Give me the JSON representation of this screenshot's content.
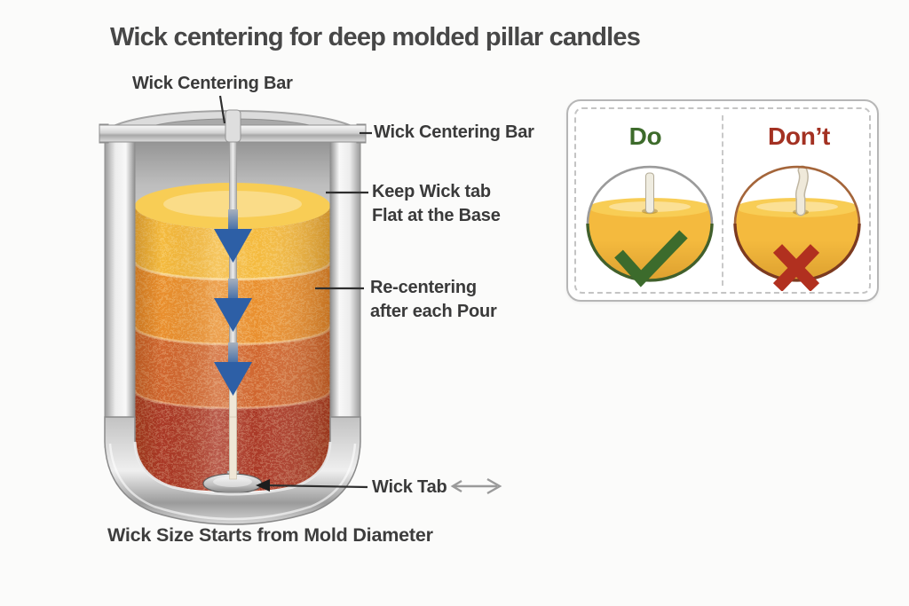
{
  "title": "Wick centering for deep molded pillar candles",
  "mold": {
    "label_top_bar": "Wick Centering Bar",
    "label_bar_right": "Wick Centering Bar",
    "label_keep_tab_line1": "Keep Wick tab",
    "label_keep_tab_line2": "Flat at the Base",
    "label_recenter_line1": "Re-centering",
    "label_recenter_line2": "after each Pour",
    "label_wick_tab": "Wick Tab",
    "caption": "Wick Size Starts from Mold Diameter",
    "surface_color": "#f8cd55",
    "layers": [
      {
        "name": "first-pour-top",
        "color": "#f4ba3e"
      },
      {
        "name": "second-pour",
        "color": "#e98f2e"
      },
      {
        "name": "third-pour",
        "color": "#d0662f"
      },
      {
        "name": "fourth-pour-bottom",
        "color": "#aa3927"
      }
    ],
    "arrow_color": "#2d5fa6",
    "metal_color": "#c9c9c9"
  },
  "panel": {
    "do": {
      "label": "Do",
      "color": "#3d6b2b",
      "icon": "check-icon",
      "icon_color": "#3c6b2c"
    },
    "dont": {
      "label": "Don’t",
      "color": "#a33122",
      "icon": "x-icon",
      "icon_color": "#b1301f"
    }
  }
}
